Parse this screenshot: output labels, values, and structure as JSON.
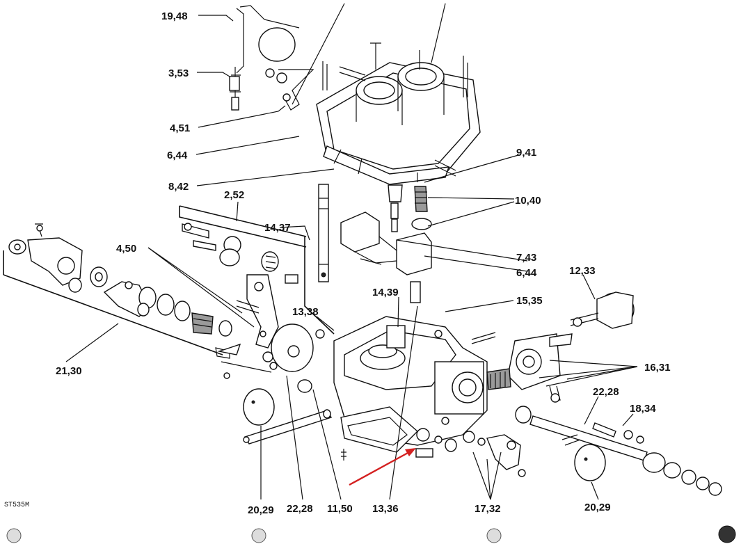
{
  "diagram": {
    "code": "ST535M",
    "labels": {
      "l1948": "19,48",
      "l353": "3,53",
      "l451": "4,51",
      "l644a": "6,44",
      "l842": "8,42",
      "l941": "9,41",
      "l252": "2,52",
      "l1437": "14,37",
      "l1040": "10,40",
      "l450": "4,50",
      "l743": "7,43",
      "l644b": "6,44",
      "l1233": "12,33",
      "l1439": "14,39",
      "l1535": "15,35",
      "l1338": "13,38",
      "l2130": "21,30",
      "l1631": "16,31",
      "l2228a": "22,28",
      "l1834": "18,34",
      "l2029a": "20,29",
      "l2228b": "22,28",
      "l1150": "11,50",
      "l1336": "13,36",
      "l1732": "17,32",
      "l2029b": "20,29"
    },
    "highlight_color": "#d42020",
    "ink_color": "#111111"
  }
}
